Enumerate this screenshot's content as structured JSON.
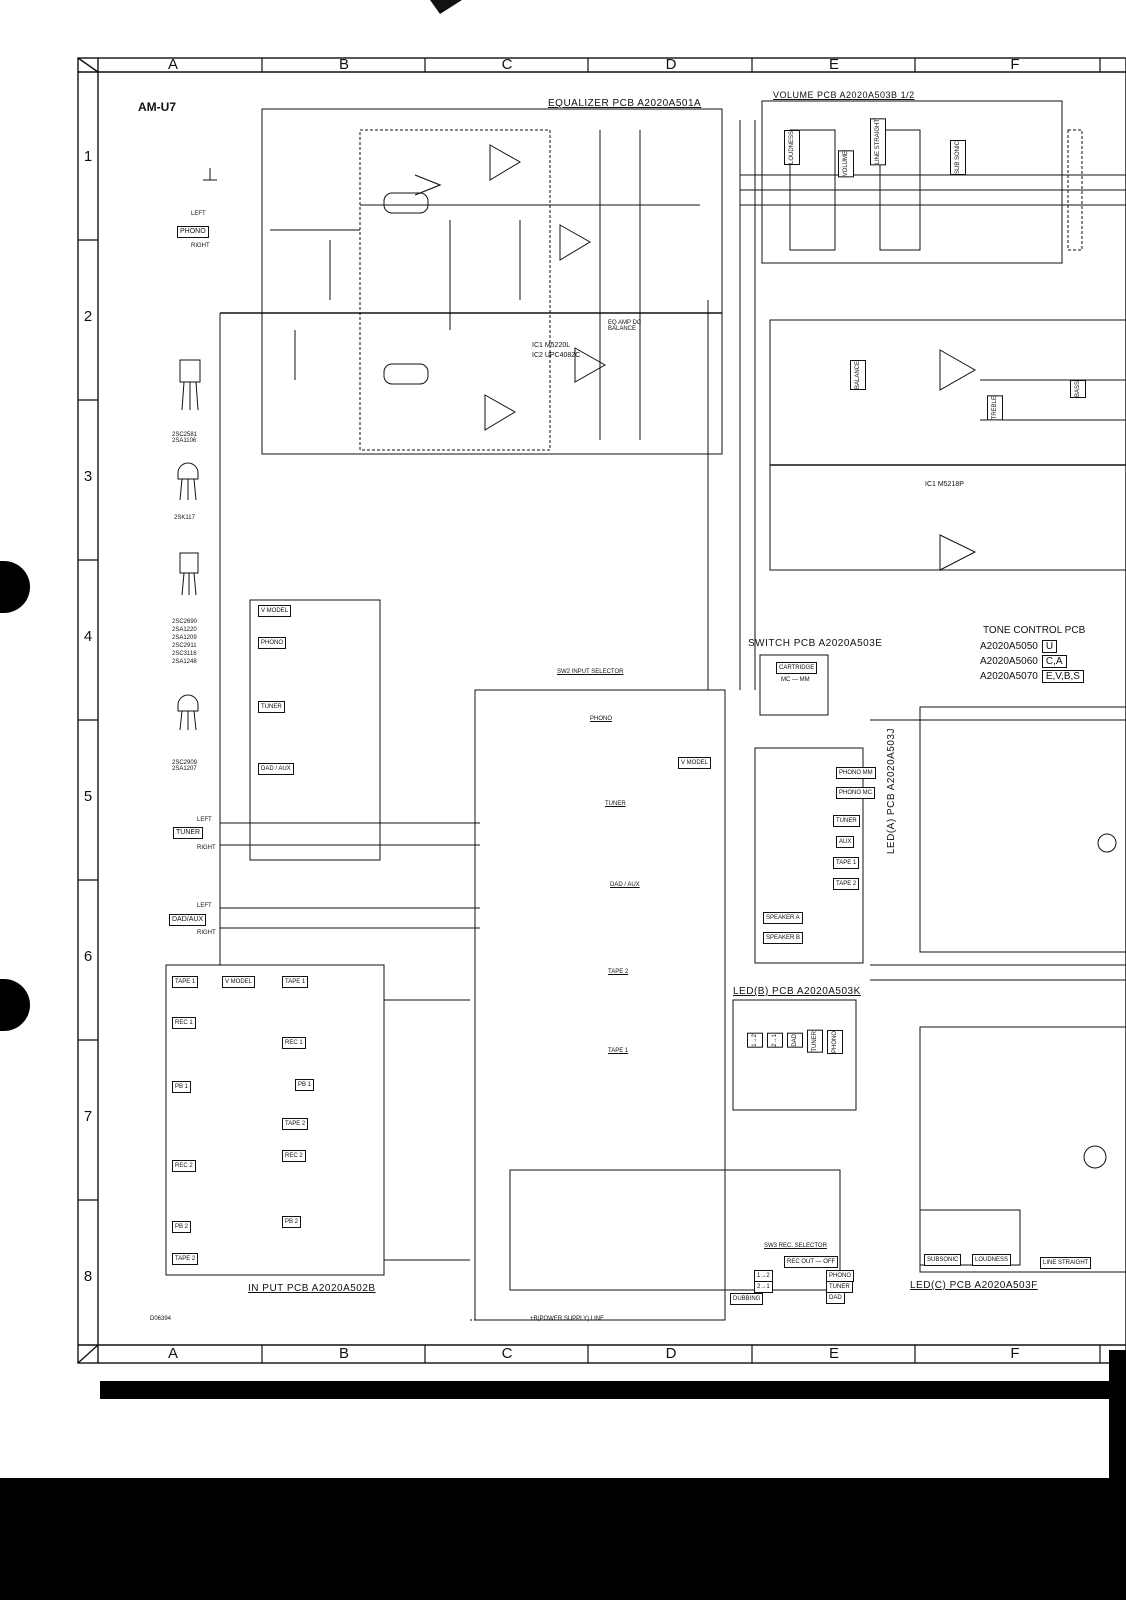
{
  "model": "AM-U7",
  "grid": {
    "columns": [
      "A",
      "B",
      "C",
      "D",
      "E",
      "F"
    ],
    "rows": [
      "1",
      "2",
      "3",
      "4",
      "5",
      "6",
      "7",
      "8"
    ]
  },
  "pcbs": {
    "equalizer": "EQUALIZER PCB A2020A501A",
    "volume": "VOLUME PCB A2020A503B 1/2",
    "switch": "SWITCH PCB A2020A503E",
    "led_a": "LED(A) PCB A2020A503J",
    "led_b": "LED(B) PCB A2020A503K",
    "led_c": "LED(C) PCB A2020A503F",
    "input": "IN PUT PCB A2020A502B"
  },
  "tone_control": {
    "title": "TONE CONTROL PCB",
    "variants": [
      {
        "part": "A2020A5050",
        "codes": "U"
      },
      {
        "part": "A2020A5060",
        "codes": "C,A"
      },
      {
        "part": "A2020A5070",
        "codes": "E,V,B,S"
      }
    ]
  },
  "ic_labels": {
    "eq_ic1": "IC1 M5220L",
    "eq_ic2": "IC2 UPC4082C",
    "tone_ic1": "IC1 M5218P",
    "eq_amp": "EQ AMP DC BALANCE"
  },
  "transistors": [
    {
      "label": "2SC2581\n2SA1106"
    },
    {
      "label": "2SK117"
    },
    {
      "label": "2SC2690\n2SA1220\n2SA1209\n2SC2911\n2SC3116\n2SA1248"
    },
    {
      "label": "2SC2909\n2SA1207"
    }
  ],
  "jacks": {
    "phono": "PHONO",
    "tuner": "TUNER",
    "dad_aux": "DAD/AUX",
    "left": "LEFT",
    "right": "RIGHT"
  },
  "tape_panel": {
    "tape1": "TAPE 1",
    "tape2": "TAPE 2",
    "rec1": "REC 1",
    "pb1": "PB 1",
    "rec2": "REC 2",
    "pb2": "PB 2",
    "model": "V MODEL"
  },
  "selector": {
    "input_selector": "SW2 INPUT SELECTOR",
    "cartridge": "CARTRIDGE",
    "mc_mm": "MC — MM",
    "sources": [
      "PHONO",
      "TUNER",
      "DAD / AUX",
      "TAPE 2",
      "TAPE 1"
    ],
    "rec_selector": "SW3 REC. SELECTOR",
    "rec_out": "REC OUT — OFF",
    "dubbing": "DUBBING",
    "dub_modes": [
      "1→2",
      "2→1"
    ],
    "rec_sources": [
      "PHONO",
      "TUNER",
      "DAD"
    ]
  },
  "led_a_items": [
    "PHONO MM",
    "PHONO MC",
    "TUNER",
    "AUX",
    "TAPE 1",
    "TAPE 2",
    "SPEAKER A",
    "SPEAKER B"
  ],
  "led_b_items": [
    "1→2",
    "2→1",
    "DAD",
    "TUNER",
    "PHONO"
  ],
  "led_c_items": [
    "SUBSONIC",
    "LOUDNESS",
    "LINE STRAIGHT"
  ],
  "volume_panel": {
    "loudness": "LOUDNESS",
    "line_straight": "LINE STRAIGHT",
    "subsonic": "SUB SONIC",
    "volume": "VOLUME",
    "balance": "BALANCE",
    "treble": "TREBLE",
    "bass": "BASS"
  },
  "footer": {
    "legend": "+B(POWER SUPPLY) LINE",
    "doc_id": "D06394"
  }
}
